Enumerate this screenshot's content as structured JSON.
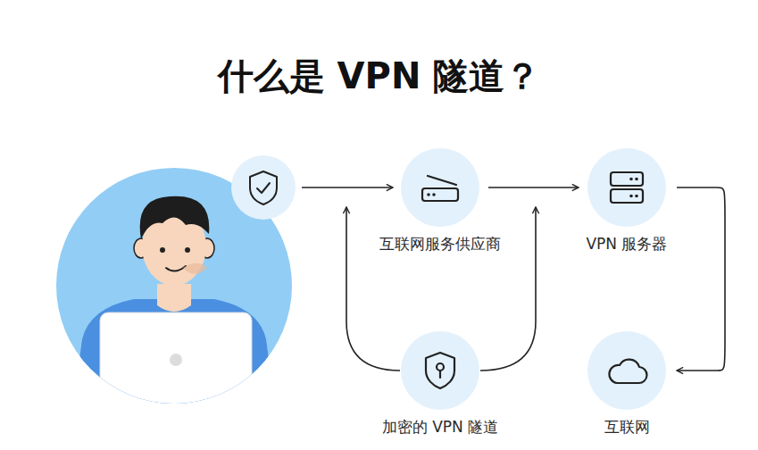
{
  "diagram": {
    "title": "什么是 VPN 隧道？",
    "nodes": [
      {
        "text": [
          "互联网服务供应商"
        ]
      },
      {
        "text": [
          "VPN 服务器"
        ]
      },
      {
        "text": [
          "加密的 VPN 隧道"
        ]
      },
      {
        "text": [
          "互联网"
        ]
      }
    ],
    "edges": [
      {
        "from": 0,
        "to": 1,
        "arrow": "to"
      },
      {
        "from": 1,
        "to": 3,
        "arrow": "to"
      }
    ]
  }
}
